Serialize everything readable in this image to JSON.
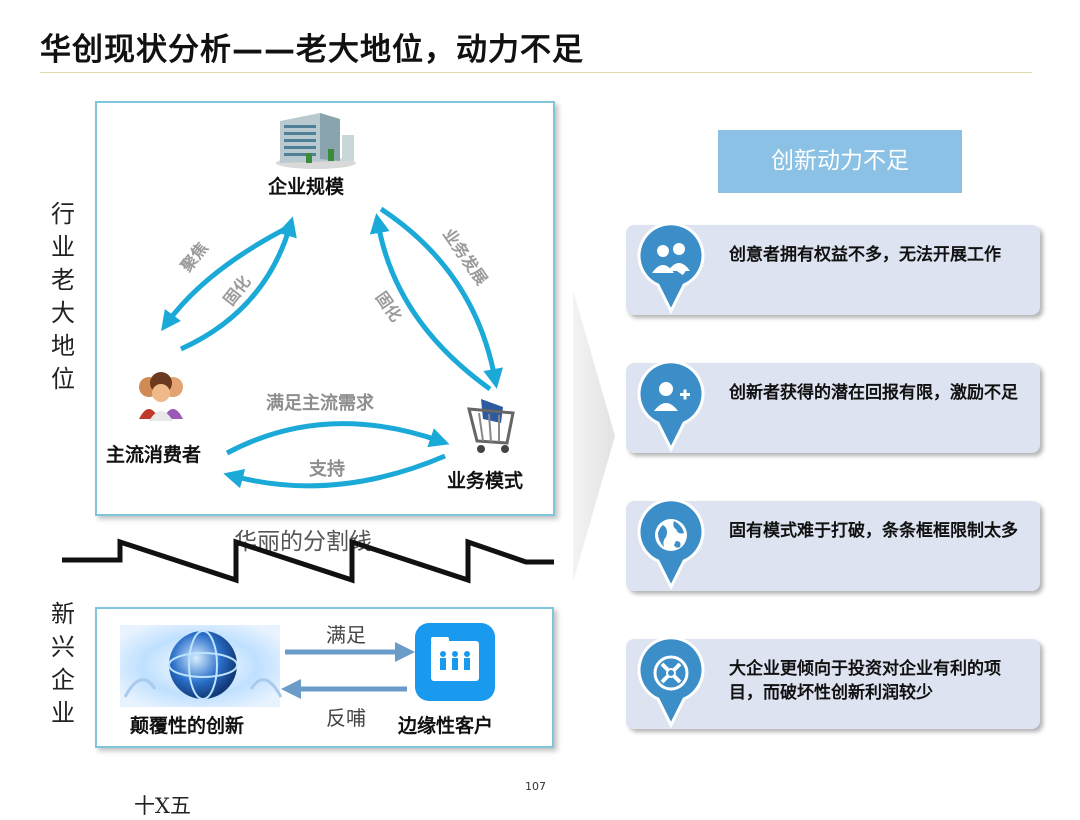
{
  "title": "华创现状分析——老大地位，动力不足",
  "left": {
    "vertical_top": "行业老大地位",
    "vertical_bottom": "新兴企业",
    "nodes": {
      "enterprise": "企业规模",
      "consumers": "主流消费者",
      "business": "业务模式"
    },
    "arcs": {
      "focus": "聚焦",
      "solidify_left": "固化",
      "develop": "业务发展",
      "solidify_right": "固化",
      "satisfy_mainstream": "满足主流需求",
      "support": "支持"
    },
    "divider_label": "华丽的分割线",
    "bottom": {
      "disruptive": "颠覆性的创新",
      "edge_customers": "边缘性客户",
      "satisfy": "满足",
      "feedback": "反哺"
    }
  },
  "right": {
    "header": "创新动力不足",
    "cards": [
      {
        "text": "创意者拥有权益不多，无法开展工作",
        "icon": "users-tag-icon"
      },
      {
        "text": "创新者获得的潜在回报有限，激励不足",
        "icon": "add-user-icon"
      },
      {
        "text": "固有模式难于打破，条条框框限制太多",
        "icon": "globe-icon"
      },
      {
        "text": "大企业更倾向于投资对企业有利的项目，而破坏性创新利润较少",
        "icon": "tools-icon"
      }
    ]
  },
  "footer": {
    "page_number": "107",
    "bottom_text": "十X五"
  },
  "colors": {
    "arrow_cyan": "#1ba9d8",
    "arrow_gray_blue": "#6a9bc9",
    "header_bg": "#8ac1e5",
    "card_bg": "#dde3f1",
    "pin_blue": "#3c8ec8",
    "panel_border": "#7fc6da"
  }
}
